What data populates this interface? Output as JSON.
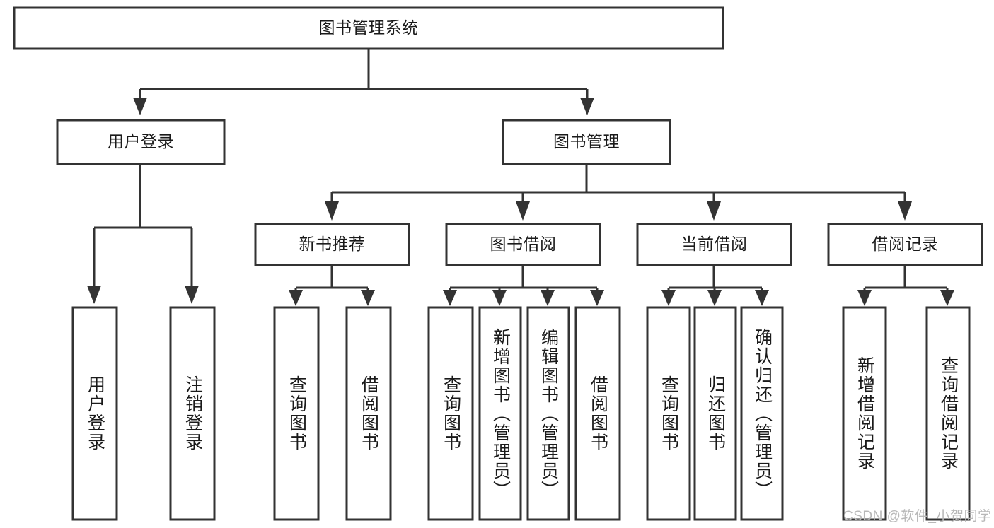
{
  "diagram": {
    "type": "hierarchy-tree",
    "title": "图书管理系统",
    "root": {
      "id": "root",
      "label": "图书管理系统",
      "orientation": "horizontal"
    },
    "level2": [
      {
        "id": "user-login",
        "label": "用户登录",
        "orientation": "horizontal"
      },
      {
        "id": "book-management",
        "label": "图书管理",
        "orientation": "horizontal"
      }
    ],
    "level3": [
      {
        "id": "new-book-recommend",
        "label": "新书推荐",
        "orientation": "horizontal",
        "parent": "book-management"
      },
      {
        "id": "book-borrow",
        "label": "图书借阅",
        "orientation": "horizontal",
        "parent": "book-management"
      },
      {
        "id": "current-borrow",
        "label": "当前借阅",
        "orientation": "horizontal",
        "parent": "book-management"
      },
      {
        "id": "borrow-record",
        "label": "借阅记录",
        "orientation": "horizontal",
        "parent": "book-management"
      }
    ],
    "leaves": [
      {
        "id": "leaf-user-login",
        "label": "用户登录",
        "orientation": "vertical",
        "parent": "user-login"
      },
      {
        "id": "leaf-user-logout",
        "label": "注销登录",
        "orientation": "vertical",
        "parent": "user-login"
      },
      {
        "id": "leaf-query-book-1",
        "label": "查询图书",
        "orientation": "vertical",
        "parent": "new-book-recommend"
      },
      {
        "id": "leaf-borrow-book-1",
        "label": "借阅图书",
        "orientation": "vertical",
        "parent": "new-book-recommend"
      },
      {
        "id": "leaf-query-book-2",
        "label": "查询图书",
        "orientation": "vertical",
        "parent": "book-borrow"
      },
      {
        "id": "leaf-add-book",
        "label": "新增图书（管理员）",
        "orientation": "vertical",
        "parent": "book-borrow"
      },
      {
        "id": "leaf-edit-book",
        "label": "编辑图书（管理员）",
        "orientation": "vertical",
        "parent": "book-borrow"
      },
      {
        "id": "leaf-borrow-book-2",
        "label": "借阅图书",
        "orientation": "vertical",
        "parent": "book-borrow"
      },
      {
        "id": "leaf-query-book-3",
        "label": "查询图书",
        "orientation": "vertical",
        "parent": "current-borrow"
      },
      {
        "id": "leaf-return-book",
        "label": "归还图书",
        "orientation": "vertical",
        "parent": "current-borrow"
      },
      {
        "id": "leaf-confirm-return",
        "label": "确认归还（管理员）",
        "orientation": "vertical",
        "parent": "current-borrow"
      },
      {
        "id": "leaf-add-record",
        "label": "新增借阅记录",
        "orientation": "vertical",
        "parent": "borrow-record"
      },
      {
        "id": "leaf-query-record",
        "label": "查询借阅记录",
        "orientation": "vertical",
        "parent": "borrow-record"
      }
    ],
    "colors": {
      "stroke": "#333333",
      "fill": "#ffffff",
      "text": "#1a1a1a",
      "watermark": "#b8b8b8"
    }
  },
  "watermark": {
    "text": "CSDN @软件_小贺同学"
  }
}
